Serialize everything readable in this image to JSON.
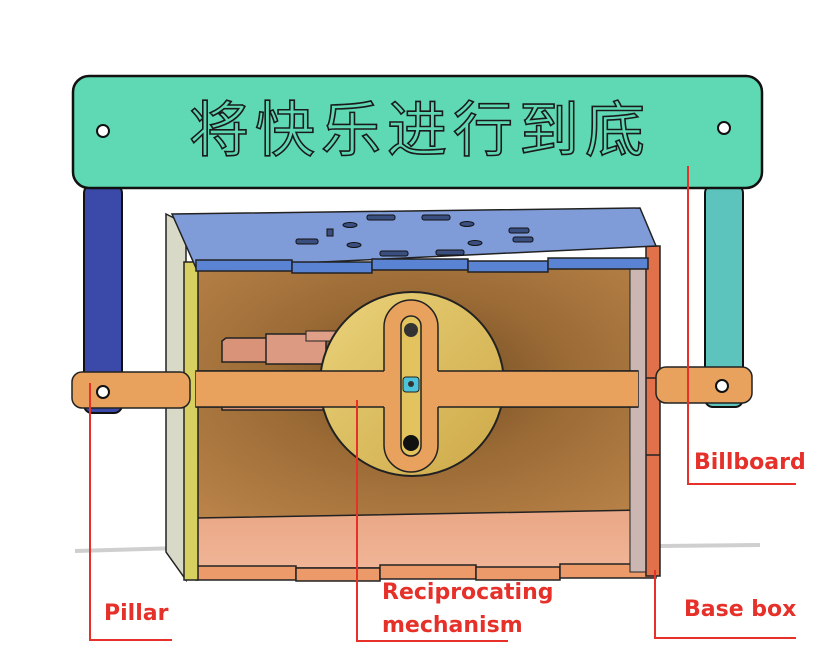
{
  "title": "Billboard mechanism assembly",
  "billboard": {
    "sign_text": "将快乐进行到底"
  },
  "labels": {
    "billboard": "Billboard",
    "pillar": "Pillar",
    "reciprocating_line1": "Reciprocating",
    "reciprocating_line2": "mechanism",
    "base_box": "Base box"
  },
  "colors": {
    "billboard": "#5fd9b3",
    "left_pillar": "#3b4aa8",
    "right_pillar": "#5cc4bd",
    "box_top": "#7f9bd8",
    "box_interior": "#a8743e",
    "box_floor": "#eeae8e",
    "slider_bar": "#e8a25e",
    "crank_disc": "#e2c35e",
    "left_wall": "#d7d7a0",
    "right_wall": "#e0714a",
    "callout": "#e5312a"
  }
}
